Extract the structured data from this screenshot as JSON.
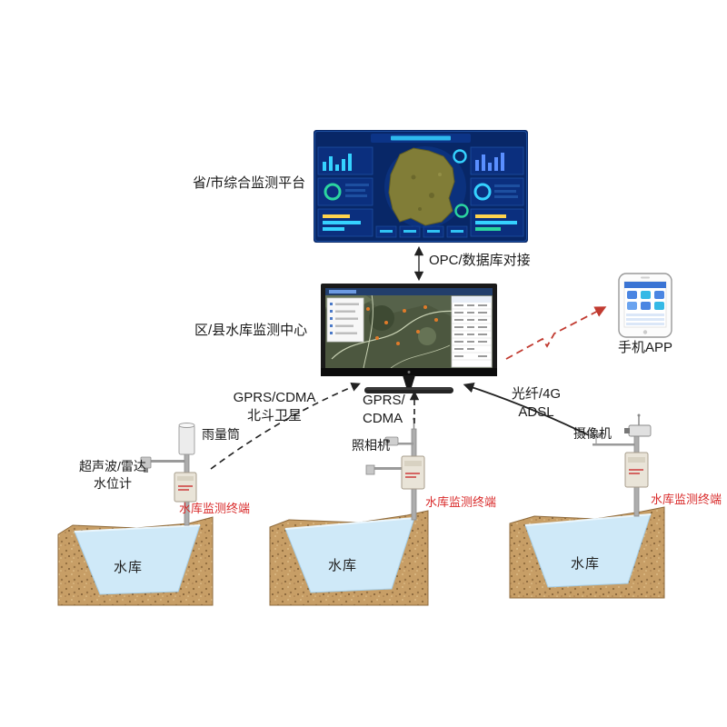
{
  "diagram": {
    "platform_label": "省/市综合监测平台",
    "opc_label": "OPC/数据库对接",
    "center_label": "区/县水库监测中心",
    "app_label": "手机APP",
    "links": {
      "left_line1": "GPRS/CDMA",
      "left_line2": "北斗卫星",
      "mid_line1": "GPRS/",
      "mid_line2": "CDMA",
      "right_line1": "光纤/4G",
      "right_line2": "ADSL"
    },
    "devices": {
      "rain_gauge": "雨量筒",
      "level_gauge_line1": "超声波/雷达",
      "level_gauge_line2": "水位计",
      "photo_camera": "照相机",
      "video_camera": "摄像机"
    },
    "terminal_label": "水库监测终端",
    "reservoir_label": "水库",
    "colors": {
      "terminal_red": "#d92b2b",
      "app_link_red": "#c13a30",
      "link_arrow_dark": "#222222",
      "water": "#cfe9f8",
      "soil": "#c79e66",
      "dashboard_bg": "#082767"
    }
  }
}
